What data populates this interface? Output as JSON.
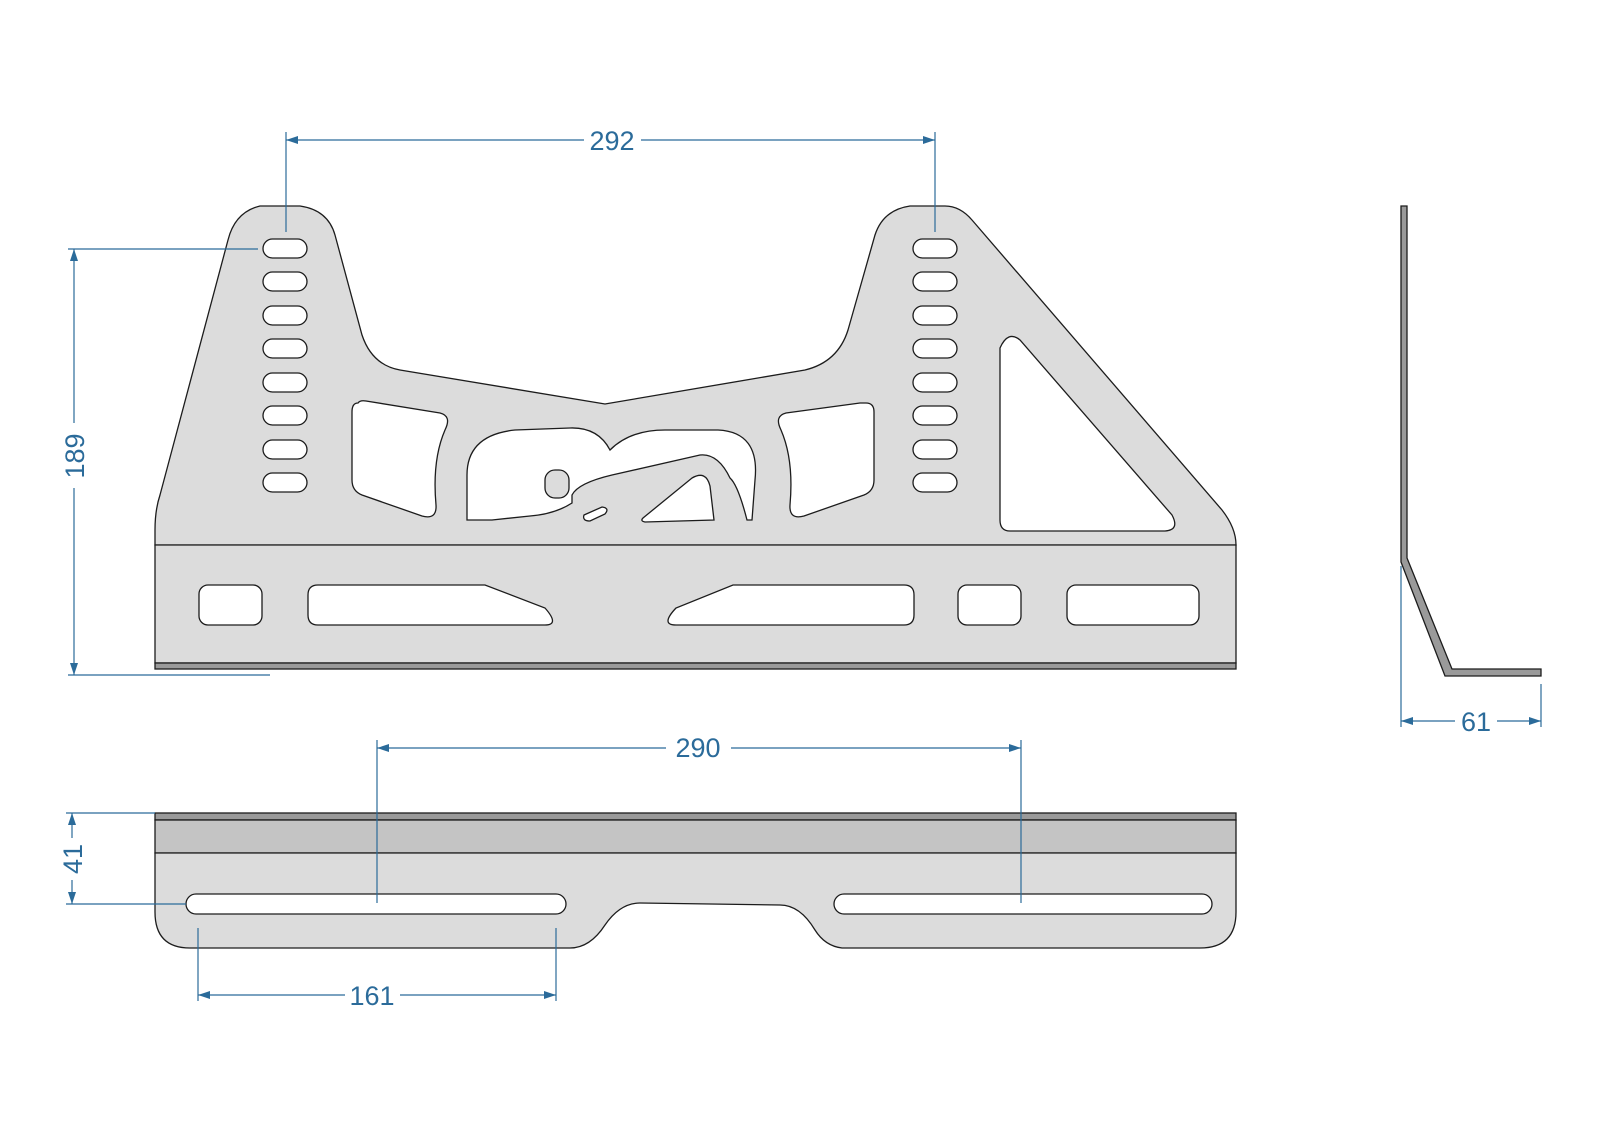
{
  "drawing": {
    "colors": {
      "plate_fill": "#dcdcdc",
      "plate_stroke": "#1c1c1c",
      "fold_band_fill": "#c4c4c4",
      "edge_fill": "#9a9a9a",
      "dimension_color": "#2b6b9a",
      "background": "#ffffff"
    },
    "dimensions": {
      "slot_spacing_top": "292",
      "height": "189",
      "side_depth": "61",
      "slot_spacing_bottom": "290",
      "flange_height": "41",
      "slot_length": "161"
    }
  }
}
